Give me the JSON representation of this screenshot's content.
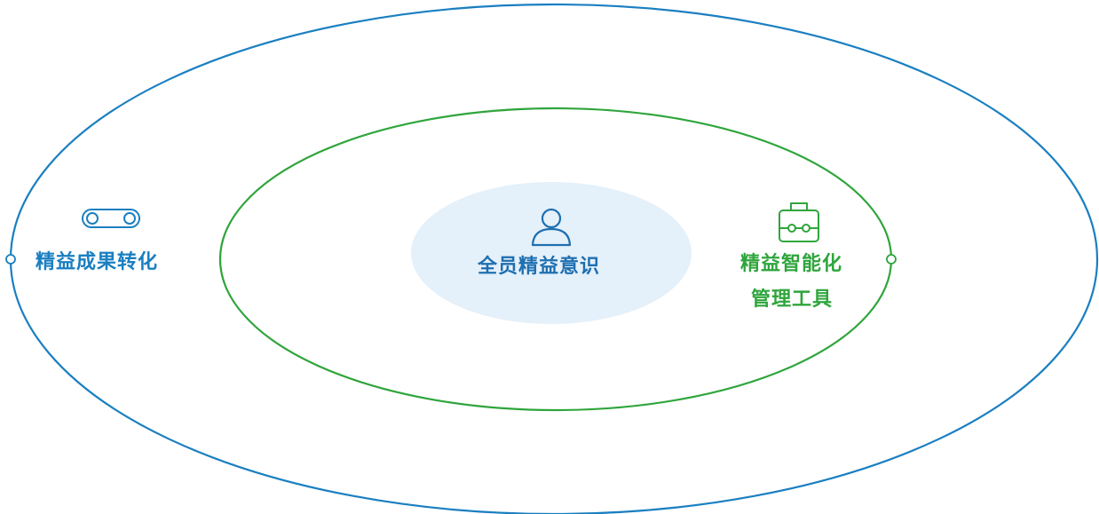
{
  "colors": {
    "outer_ring": "#1a7fc1",
    "inner_ring": "#2fa53c",
    "core_fill": "#e4f0fa",
    "core_text": "#1f6fb0"
  },
  "outer": {
    "label": "精益成果转化",
    "icon": "conveyor-belt-icon"
  },
  "middle": {
    "label_line1": "精益智能化",
    "label_line2": "管理工具",
    "icon": "toolbox-icon"
  },
  "core": {
    "label": "全员精益意识",
    "icon": "person-icon"
  }
}
